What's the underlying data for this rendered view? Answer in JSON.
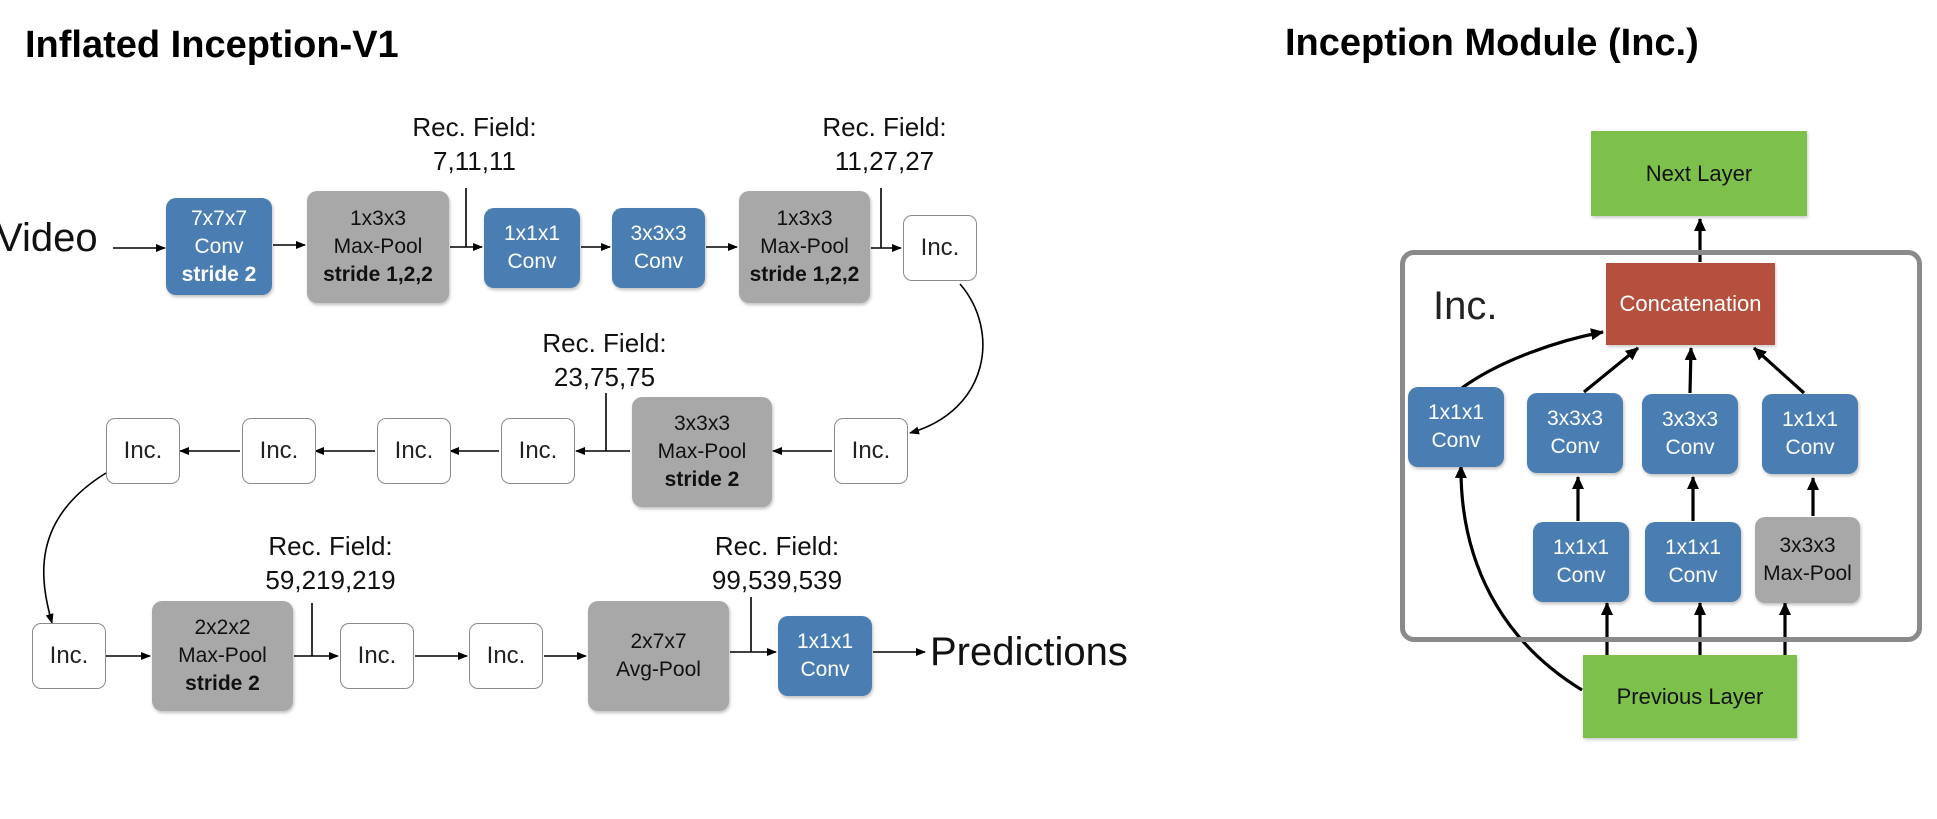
{
  "titles": {
    "left": "Inflated Inception-V1",
    "right": "Inception Module (Inc.)"
  },
  "io": {
    "input": "Video",
    "output": "Predictions"
  },
  "network": {
    "conv_7x7x7": [
      "7x7x7",
      "Conv",
      "stride 2"
    ],
    "pool_1": [
      "1x3x3",
      "Max-Pool",
      "stride 1,2,2"
    ],
    "conv_1x1x1_a": [
      "1x1x1",
      "Conv"
    ],
    "conv_3x3x3_a": [
      "3x3x3",
      "Conv"
    ],
    "pool_2": [
      "1x3x3",
      "Max-Pool",
      "stride 1,2,2"
    ],
    "pool_3": [
      "3x3x3",
      "Max-Pool",
      "stride 2"
    ],
    "pool_4": [
      "2x2x2",
      "Max-Pool",
      "stride 2"
    ],
    "avg_pool": [
      "2x7x7",
      "Avg-Pool"
    ],
    "conv_final": [
      "1x1x1",
      "Conv"
    ],
    "inc_label": "Inc."
  },
  "receptive_fields": [
    {
      "label": "Rec. Field:",
      "value": "7,11,11"
    },
    {
      "label": "Rec. Field:",
      "value": "11,27,27"
    },
    {
      "label": "Rec. Field:",
      "value": "23,75,75"
    },
    {
      "label": "Rec. Field:",
      "value": "59,219,219"
    },
    {
      "label": "Rec. Field:",
      "value": "99,539,539"
    }
  ],
  "module": {
    "frame_label": "Inc.",
    "next_layer": "Next Layer",
    "previous_layer": "Previous Layer",
    "concat": "Concatenation",
    "branch1_conv": [
      "1x1x1",
      "Conv"
    ],
    "branch2_top": [
      "3x3x3",
      "Conv"
    ],
    "branch2_bottom": [
      "1x1x1",
      "Conv"
    ],
    "branch3_top": [
      "3x3x3",
      "Conv"
    ],
    "branch3_bottom": [
      "1x1x1",
      "Conv"
    ],
    "branch4_top": [
      "1x1x1",
      "Conv"
    ],
    "branch4_bottom": [
      "3x3x3",
      "Max-Pool"
    ]
  },
  "colors": {
    "conv": "#4a7eb3",
    "pool": "#a8a8a8",
    "layer": "#7ec04c",
    "concat": "#b4503d"
  }
}
